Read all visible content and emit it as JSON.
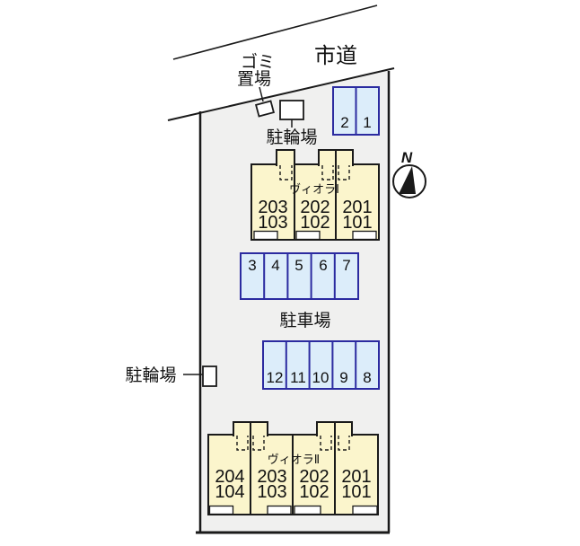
{
  "site": {
    "road_label": "市道",
    "garbage_label_line1": "ゴミ",
    "garbage_label_line2": "置場",
    "bicycle_top_label": "駐輪場",
    "bicycle_left_label": "駐輪場",
    "parking_lot_label": "駐車場",
    "compass_label": "N"
  },
  "buildings": [
    {
      "name": "ヴィオラⅠ",
      "units": [
        {
          "upper": "203",
          "lower": "103"
        },
        {
          "upper": "202",
          "lower": "102"
        },
        {
          "upper": "201",
          "lower": "101"
        }
      ]
    },
    {
      "name": "ヴィオラⅡ",
      "units": [
        {
          "upper": "204",
          "lower": "104"
        },
        {
          "upper": "203",
          "lower": "103"
        },
        {
          "upper": "202",
          "lower": "102"
        },
        {
          "upper": "201",
          "lower": "101"
        }
      ]
    }
  ],
  "parking": {
    "row_top": [
      "2",
      "1"
    ],
    "row_mid": [
      "3",
      "4",
      "5",
      "6",
      "7"
    ],
    "row_lower": [
      "12",
      "11",
      "10",
      "9",
      "8"
    ]
  },
  "colors": {
    "site_fill": "#f0f0ef",
    "building_fill": "#fbf5cc",
    "parking_fill": "#dcedfa",
    "parking_border": "#2b2ba0",
    "line": "#1a1a1a"
  }
}
